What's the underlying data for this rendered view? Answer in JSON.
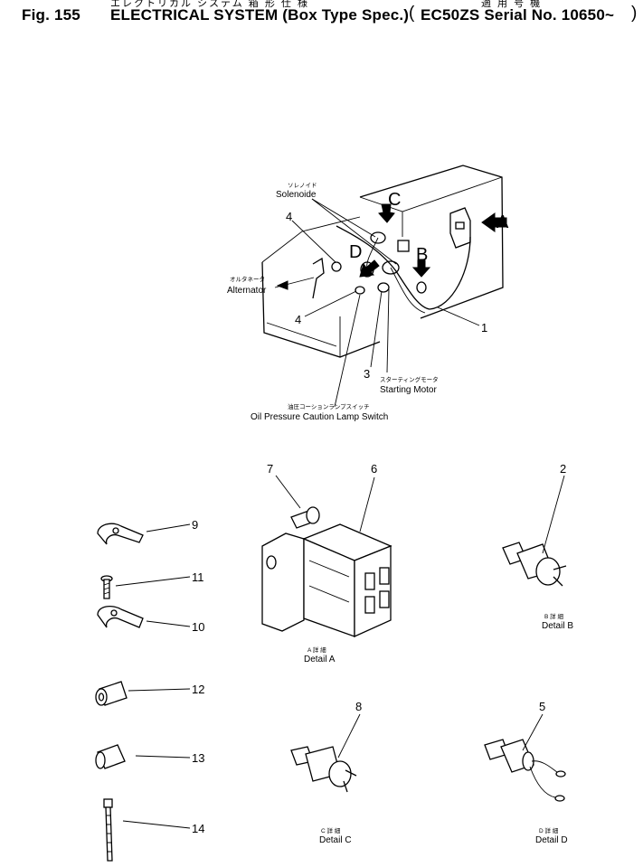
{
  "header": {
    "fig": "Fig. 155",
    "title": "ELECTRICAL SYSTEM (Box Type Spec.)",
    "title_jp": "エレクトリカル システム  箱 形 仕 様",
    "serial": "EC50ZS Serial No. 10650~",
    "serial_jp": "適 用 号 機"
  },
  "assembly": {
    "solenoide_jp": "ソレノイド",
    "solenoide": "Solenoide",
    "alternator_jp": "オルタネータ",
    "alternator": "Alternator",
    "starting_motor_jp": "スターティングモータ",
    "starting_motor": "Starting Motor",
    "oil_pressure_jp": "油圧コーションランプスイッチ",
    "oil_pressure": "Oil Pressure Caution Lamp Switch",
    "arrow_a": "A",
    "arrow_b": "B",
    "arrow_c": "C",
    "arrow_d": "D",
    "num_1": "1",
    "num_3": "3",
    "num_4a": "4",
    "num_4b": "4"
  },
  "details": {
    "a_jp": "A 詳 細",
    "a": "Detail A",
    "b_jp": "B 詳 細",
    "b": "Detail B",
    "c_jp": "C 詳 細",
    "c": "Detail C",
    "d_jp": "D 詳 細",
    "d": "Detail D"
  },
  "callouts": [
    "2",
    "5",
    "6",
    "7",
    "8",
    "9",
    "10",
    "11",
    "12",
    "13",
    "14"
  ]
}
